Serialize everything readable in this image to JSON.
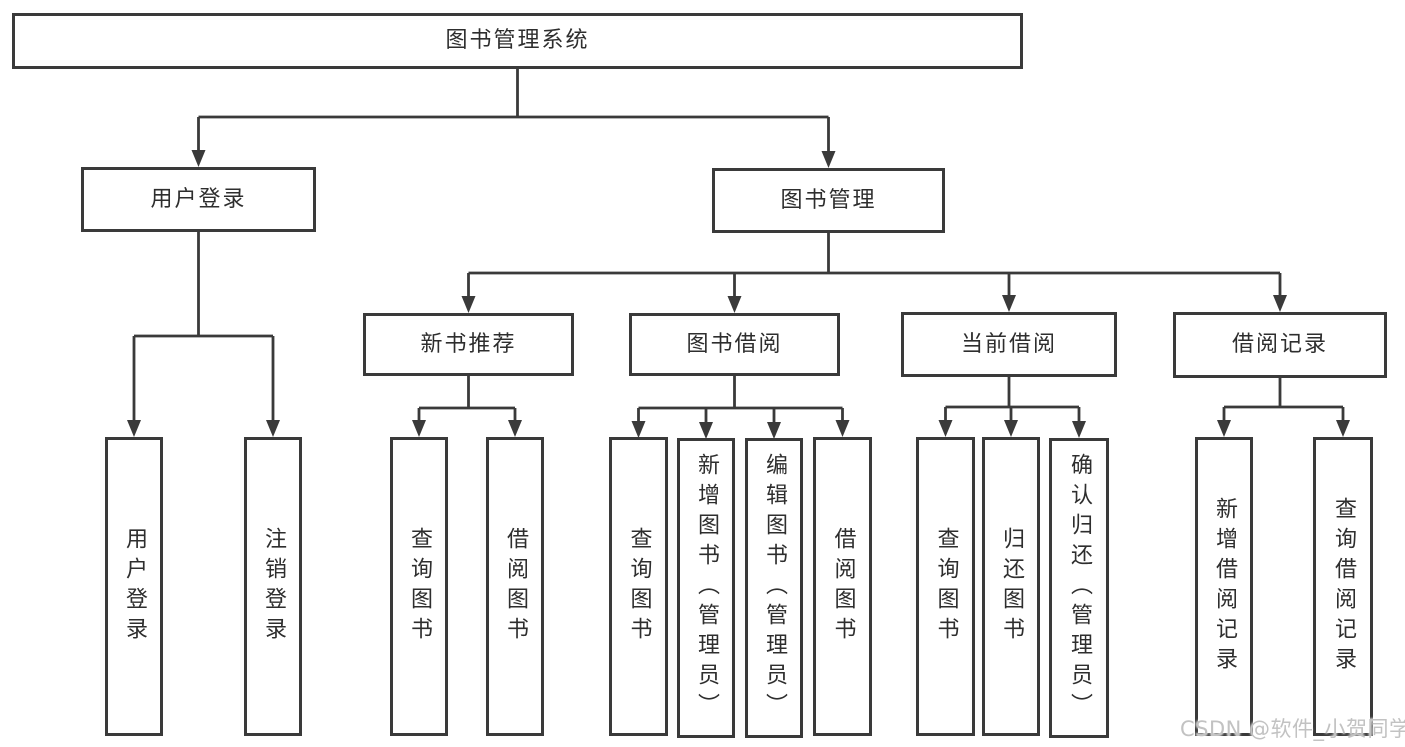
{
  "diagram": {
    "title": "图书管理系统",
    "watermark": "CSDN @软件_小贺同学",
    "colors": {
      "line": "#3a3a3a",
      "box_border": "#3a3a3a",
      "text": "#2e2e2e",
      "watermark": "#c2c2c2",
      "background": "#ffffff"
    },
    "nodes": {
      "root": "图书管理系统",
      "userLogin": "用户登录",
      "bookMgmt": "图书管理",
      "newBookRec": "新书推荐",
      "bookBorrow": "图书借阅",
      "currentBorrow": "当前借阅",
      "borrowRecord": "借阅记录",
      "leafUserLogin": "用户登录",
      "leafLogout": "注销登录",
      "leafQueryBook1": "查询图书",
      "leafBorrowBook1": "借阅图书",
      "leafQueryBook2": "查询图书",
      "leafAddBook": "新增图书（管理员）",
      "leafEditBook": "编辑图书（管理员）",
      "leafBorrowBook2": "借阅图书",
      "leafQueryBook3": "查询图书",
      "leafReturnBook": "归还图书",
      "leafConfirmReturn": "确认归还（管理员）",
      "leafAddRecord": "新增借阅记录",
      "leafQueryRecord": "查询借阅记录"
    },
    "structure": {
      "label": "图书管理系统",
      "children": [
        {
          "label": "用户登录",
          "children": [
            {
              "label": "用户登录"
            },
            {
              "label": "注销登录"
            }
          ]
        },
        {
          "label": "图书管理",
          "children": [
            {
              "label": "新书推荐",
              "children": [
                {
                  "label": "查询图书"
                },
                {
                  "label": "借阅图书"
                }
              ]
            },
            {
              "label": "图书借阅",
              "children": [
                {
                  "label": "查询图书"
                },
                {
                  "label": "新增图书（管理员）"
                },
                {
                  "label": "编辑图书（管理员）"
                },
                {
                  "label": "借阅图书"
                }
              ]
            },
            {
              "label": "当前借阅",
              "children": [
                {
                  "label": "查询图书"
                },
                {
                  "label": "归还图书"
                },
                {
                  "label": "确认归还（管理员）"
                }
              ]
            },
            {
              "label": "借阅记录",
              "children": [
                {
                  "label": "新增借阅记录"
                },
                {
                  "label": "查询借阅记录"
                }
              ]
            }
          ]
        }
      ]
    }
  }
}
